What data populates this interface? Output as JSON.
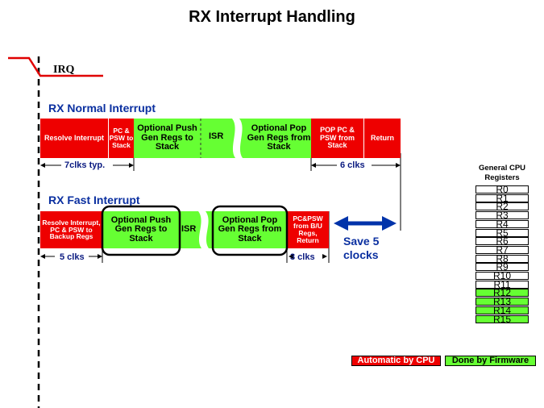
{
  "title": "RX Interrupt Handling",
  "irq_label": "IRQ",
  "normal": {
    "heading": "RX Normal Interrupt",
    "blocks": {
      "resolve": "Resolve Interrupt",
      "pc_psw": "PC & PSW to Stack",
      "push": "Optional Push Gen Regs to Stack",
      "isr": "ISR",
      "pop": "Optional Pop Gen Regs from Stack",
      "pop_pc": "POP PC & PSW from Stack",
      "return": "Return"
    },
    "left_clks": "7clks typ.",
    "right_clks": "6 clks"
  },
  "fast": {
    "heading": "RX Fast Interrupt",
    "blocks": {
      "resolve": "Resolve Interrupt, PC & PSW to Backup Regs",
      "push": "Optional Push Gen Regs to Stack",
      "isr": "ISR",
      "pop": "Optional Pop Gen Regs from Stack",
      "restore": "PC&PSW from B/U Regs, Return"
    },
    "left_clks": "5 clks",
    "right_clks": "3 clks",
    "save": "Save 5 clocks"
  },
  "registers": {
    "heading": "General CPU Registers",
    "items": [
      "R0",
      "R1",
      "R2",
      "R3",
      "R4",
      "R5",
      "R6",
      "R7",
      "R8",
      "R9",
      "R10",
      "R11",
      "R12",
      "R13",
      "R14",
      "R15"
    ]
  },
  "legend": {
    "cpu": "Automatic by CPU",
    "firmware": "Done by Firmware"
  },
  "colors": {
    "cpu": "#ee0000",
    "firmware": "#66ff33",
    "heading": "#0a2fa0",
    "arrow": "#0033aa"
  }
}
